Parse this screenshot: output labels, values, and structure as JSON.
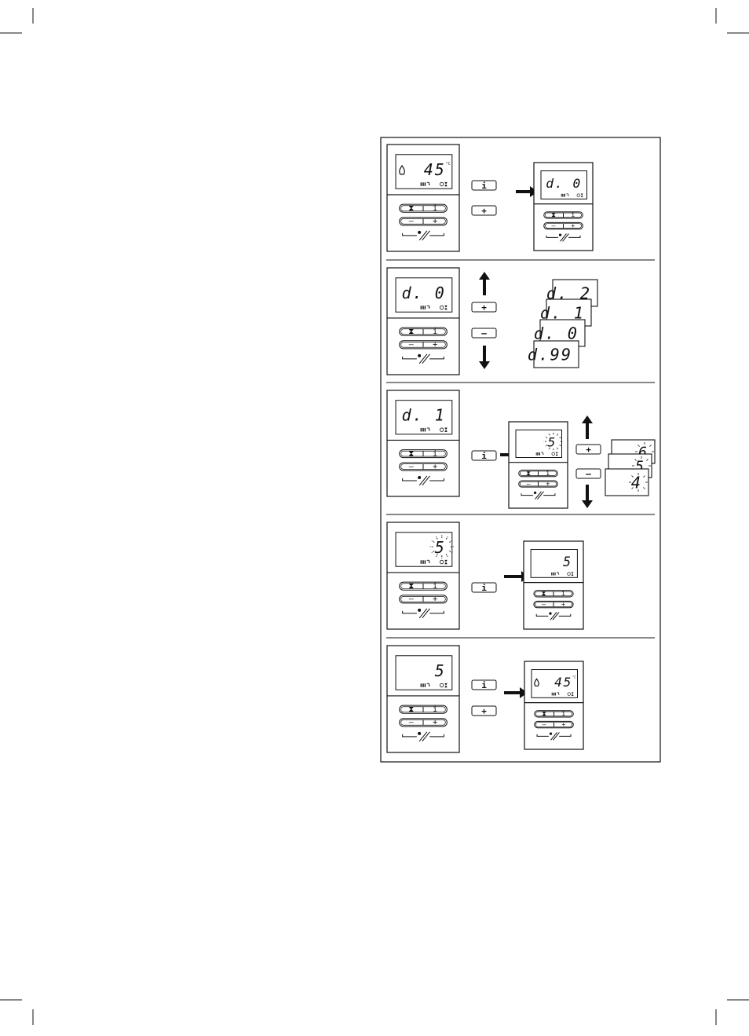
{
  "steps": [
    {
      "id": "step-1",
      "start_display": {
        "value": "45",
        "unit": "°C",
        "flame": true
      },
      "keys": [
        "i",
        "+"
      ],
      "result_display": {
        "value": "d. 0"
      }
    },
    {
      "id": "step-2",
      "start_display": {
        "value": "d. 0"
      },
      "keys": [
        "+",
        "–"
      ],
      "stack": [
        "d. 2",
        "d. 1",
        "d. 0",
        "d.99"
      ]
    },
    {
      "id": "step-3",
      "start_display": {
        "value": "d. 1"
      },
      "keys": [
        "i"
      ],
      "result_display": {
        "value": "5",
        "blinking": true
      },
      "side_keys": [
        "+",
        "–"
      ],
      "stack": [
        "6",
        "5",
        "4"
      ]
    },
    {
      "id": "step-4",
      "start_display": {
        "value": "5",
        "blinking": true
      },
      "keys": [
        "i"
      ],
      "result_display": {
        "value": "5"
      }
    },
    {
      "id": "step-5",
      "start_display": {
        "value": "5"
      },
      "keys": [
        "i",
        "+"
      ],
      "result_display": {
        "value": "45",
        "unit": "°C",
        "flame": true
      }
    }
  ],
  "panel_keys": {
    "row1": [
      "⧗",
      "i"
    ],
    "row2": [
      "–",
      "+"
    ]
  },
  "colors": {
    "ink": "#111111",
    "paper": "#ffffff"
  },
  "icons": [
    "flame-icon",
    "radiator-icon",
    "tap-icon",
    "clock-icon",
    "hourglass-icon",
    "chimney-sweep-icon",
    "arrow-right-icon",
    "arrow-up-icon",
    "arrow-down-icon",
    "blink-rays-icon"
  ]
}
